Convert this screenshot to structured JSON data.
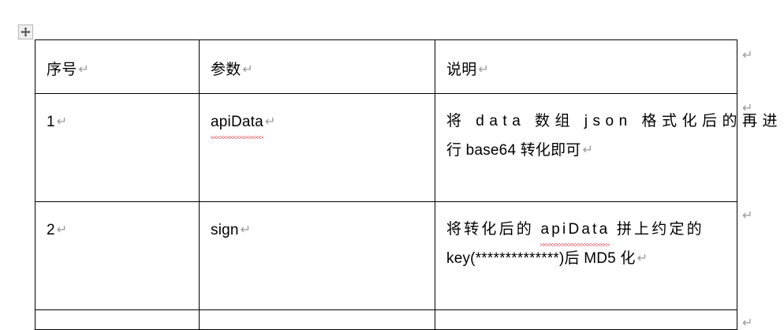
{
  "document": {
    "background": "#ffffff",
    "text_color": "#000000",
    "mark_color": "#9a9a9a",
    "spellcheck_color": "#e81123",
    "border_color": "#000000"
  },
  "handles": {
    "table_move_handle": "table-move-handle"
  },
  "marks": {
    "paragraph": "↵",
    "row_end": "↵"
  },
  "table": {
    "columns": [
      {
        "key": "seq",
        "header": "序号"
      },
      {
        "key": "param",
        "header": "参数"
      },
      {
        "key": "desc",
        "header": "说明"
      }
    ],
    "rows": [
      {
        "seq": "1",
        "param": "apiData",
        "param_misspelled": true,
        "desc_lines": [
          {
            "segments": [
              {
                "text": "将 data 数组 json 格式化后的再进",
                "misspelled": false
              }
            ],
            "justified": true,
            "end_mark": false
          },
          {
            "segments": [
              {
                "text": "行 base64 转化即可",
                "misspelled": false
              }
            ],
            "justified": false,
            "end_mark": true
          }
        ]
      },
      {
        "seq": "2",
        "param": "sign",
        "param_misspelled": false,
        "desc_lines": [
          {
            "segments": [
              {
                "text": "将转化后的 ",
                "misspelled": false
              },
              {
                "text": "apiData",
                "misspelled": true
              },
              {
                "text": " 拼上约定的",
                "misspelled": false
              }
            ],
            "justified": true,
            "end_mark": false
          },
          {
            "segments": [
              {
                "text": "key(**************)后 MD5 化",
                "misspelled": false
              }
            ],
            "justified": false,
            "end_mark": true
          }
        ]
      },
      {
        "seq": "",
        "param": "",
        "param_misspelled": false,
        "desc_lines": [],
        "partial": true
      }
    ]
  }
}
